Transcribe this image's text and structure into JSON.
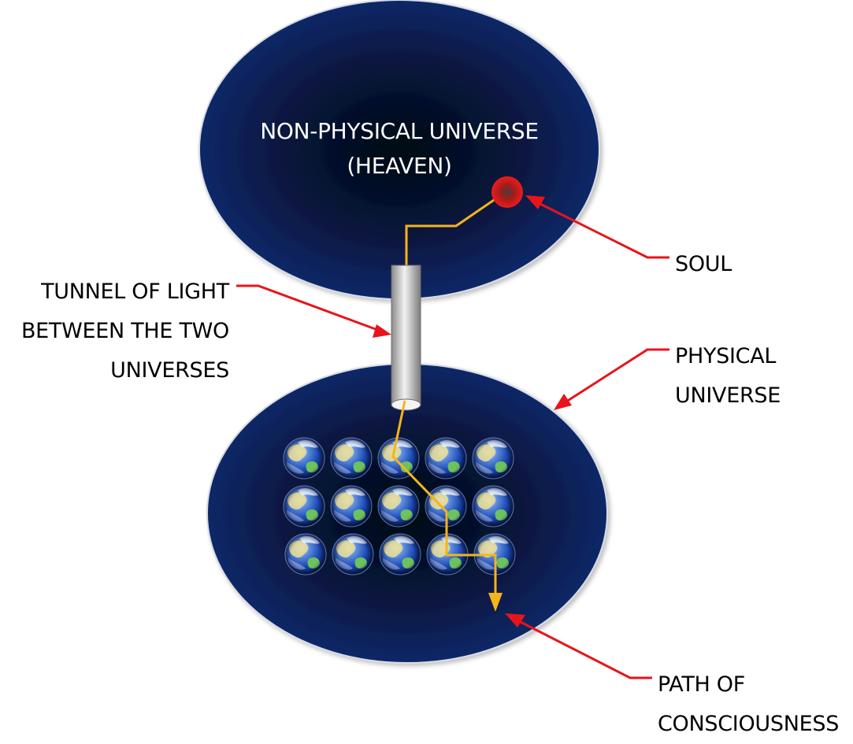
{
  "diagram": {
    "non_physical_universe": {
      "line1": "NON-PHYSICAL UNIVERSE",
      "line2": "(HEAVEN)"
    },
    "labels": {
      "soul": "SOUL",
      "tunnel": [
        "TUNNEL OF LIGHT",
        "BETWEEN THE TWO",
        "UNIVERSES"
      ],
      "physical_universe": [
        "PHYSICAL",
        "UNIVERSE"
      ],
      "path_of_consciousness": [
        "PATH OF",
        "CONSCIOUSNESS"
      ]
    },
    "earth_grid": {
      "rows": 3,
      "cols": 5
    },
    "icons": {
      "soul": "red-orb",
      "tunnel": "silver-cylinder",
      "earth": "earth-globe",
      "pointer": "red-arrow",
      "path": "gold-path-arrow"
    },
    "colors": {
      "universe_dark": "#070d22",
      "universe_edge": "#0a2a6e",
      "pointer_red": "#e8141b",
      "path_gold": "#f5b41b",
      "soul_red": "#e21a1a",
      "tunnel_silver": "#d0d0d0"
    }
  }
}
